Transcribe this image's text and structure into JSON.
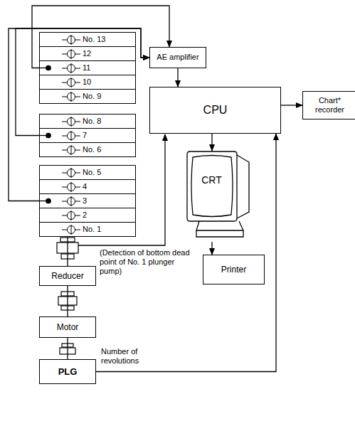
{
  "diagram": {
    "nodes": [
      {
        "text": [
          "No. 13"
        ]
      },
      {
        "text": [
          "12"
        ]
      },
      {
        "text": [
          "11"
        ]
      },
      {
        "text": [
          "10"
        ]
      },
      {
        "text": [
          "No. 9"
        ]
      },
      {
        "text": [
          "No. 8"
        ]
      },
      {
        "text": [
          "7"
        ]
      },
      {
        "text": [
          "No. 6"
        ]
      },
      {
        "text": [
          "No. 5"
        ]
      },
      {
        "text": [
          "4"
        ]
      },
      {
        "text": [
          "3"
        ]
      },
      {
        "text": [
          "2"
        ]
      },
      {
        "text": [
          "No. 1"
        ]
      },
      {
        "text": [
          "AE amplifier"
        ]
      },
      {
        "text": [
          "CPU"
        ]
      },
      {
        "text": [
          "Chart* recorder"
        ]
      },
      {
        "text": [
          "CRT"
        ]
      },
      {
        "text": [
          "Printer"
        ]
      },
      {
        "text": [
          "Reducer"
        ]
      },
      {
        "text": [
          "Motor"
        ]
      },
      {
        "text": [
          "PLG"
        ]
      }
    ],
    "edges": [
      {
        "from": 2,
        "to": 13,
        "arrow": "to"
      },
      {
        "from": 6,
        "to": 13,
        "arrow": "to"
      },
      {
        "from": 10,
        "to": 13,
        "arrow": "to"
      },
      {
        "from": 13,
        "to": 14,
        "arrow": "to"
      },
      {
        "from": 14,
        "to": 15,
        "arrow": "to"
      },
      {
        "from": 14,
        "to": 16,
        "arrow": "to"
      },
      {
        "from": 16,
        "to": 17,
        "arrow": "to"
      },
      {
        "from": 12,
        "to": 18,
        "arrow": "none"
      },
      {
        "from": 18,
        "to": 19,
        "arrow": "none"
      },
      {
        "from": 19,
        "to": 20,
        "arrow": "none"
      },
      {
        "from": 20,
        "to": 14,
        "label": "Number of revolutions",
        "arrow": "to"
      }
    ],
    "labels": [
      "(Detection of bottom dead point of No. 1 plunger pump)"
    ]
  }
}
